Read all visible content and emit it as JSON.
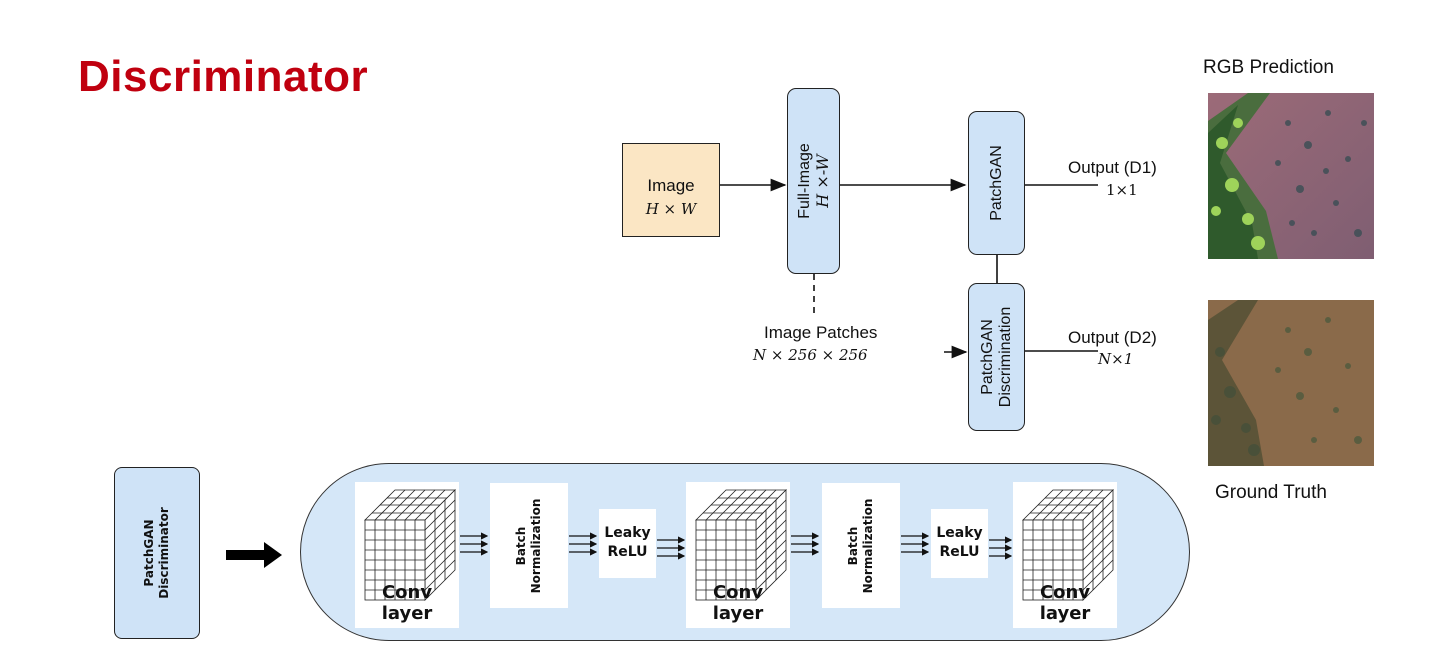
{
  "title": "Discriminator",
  "image_box": {
    "label": "Image",
    "dims": "H × W"
  },
  "full_image_box": {
    "label": "Full-Image",
    "dims": "H ×-W"
  },
  "patches": {
    "label": "Image Patches",
    "dims": "N × 256 × 256"
  },
  "patchgan_top": {
    "label": "PatchGAN"
  },
  "patchgan_bottom": {
    "label_line1": "PatchGAN",
    "label_line2": "Discrimination"
  },
  "output_d1": {
    "label": "Output (D1)",
    "dims": "1×1"
  },
  "output_d2": {
    "label": "Output (D2)",
    "dims": "N×1"
  },
  "rgb_prediction": {
    "caption": "RGB Prediction"
  },
  "ground_truth": {
    "caption": "Ground Truth"
  },
  "pipeline": {
    "source_box": {
      "line1": "PatchGAN",
      "line2": "Discriminator"
    },
    "conv1": "Conv layer",
    "bn1": {
      "line1": "Batch",
      "line2": "Normalization"
    },
    "relu1": {
      "line1": "Leaky",
      "line2": "ReLU"
    },
    "conv2": "Conv layer",
    "bn2": {
      "line1": "Batch",
      "line2": "Normalization"
    },
    "relu2": {
      "line1": "Leaky",
      "line2": "ReLU"
    },
    "conv3": "Conv layer"
  },
  "colors": {
    "title": "#c0000f",
    "image_fill": "#fbe6c4",
    "block_fill": "#cfe3f7",
    "pipeline_fill": "#d5e7f8"
  }
}
